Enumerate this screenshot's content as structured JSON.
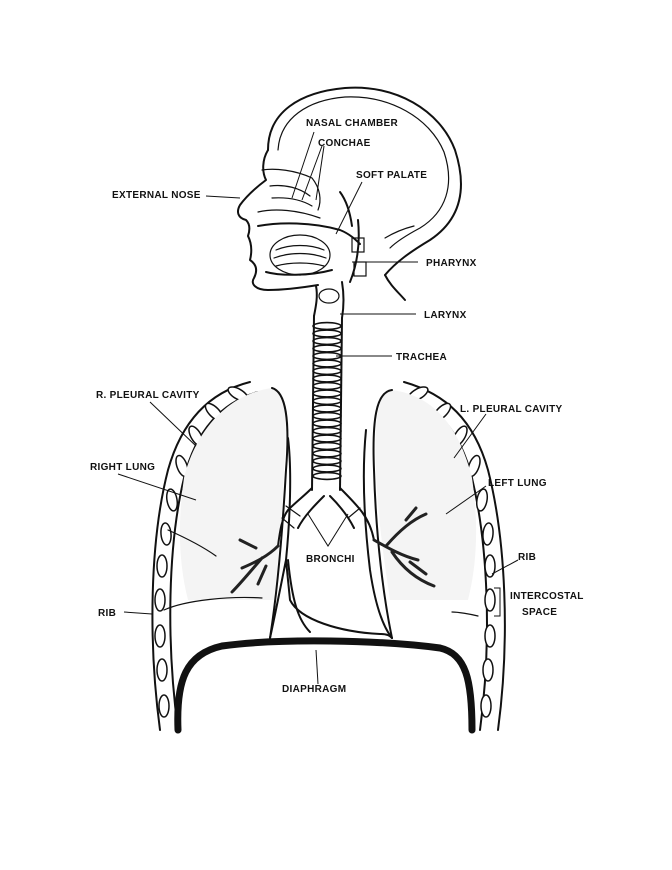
{
  "labels": {
    "nasal_chamber": "NASAL CHAMBER",
    "conchae": "CONCHAE",
    "soft_palate": "SOFT PALATE",
    "external_nose": "EXTERNAL NOSE",
    "pharynx": "PHARYNX",
    "larynx": "LARYNX",
    "trachea": "TRACHEA",
    "r_pleural_cavity": "R. PLEURAL CAVITY",
    "l_pleural_cavity": "L. PLEURAL CAVITY",
    "right_lung": "RIGHT LUNG",
    "left_lung": "LEFT LUNG",
    "bronchi": "BRONCHI",
    "rib_left": "RIB",
    "rib_right": "RIB",
    "intercostal_space_1": "INTERCOSTAL",
    "intercostal_space_2": "SPACE",
    "diaphragm": "DIAPHRAGM"
  }
}
